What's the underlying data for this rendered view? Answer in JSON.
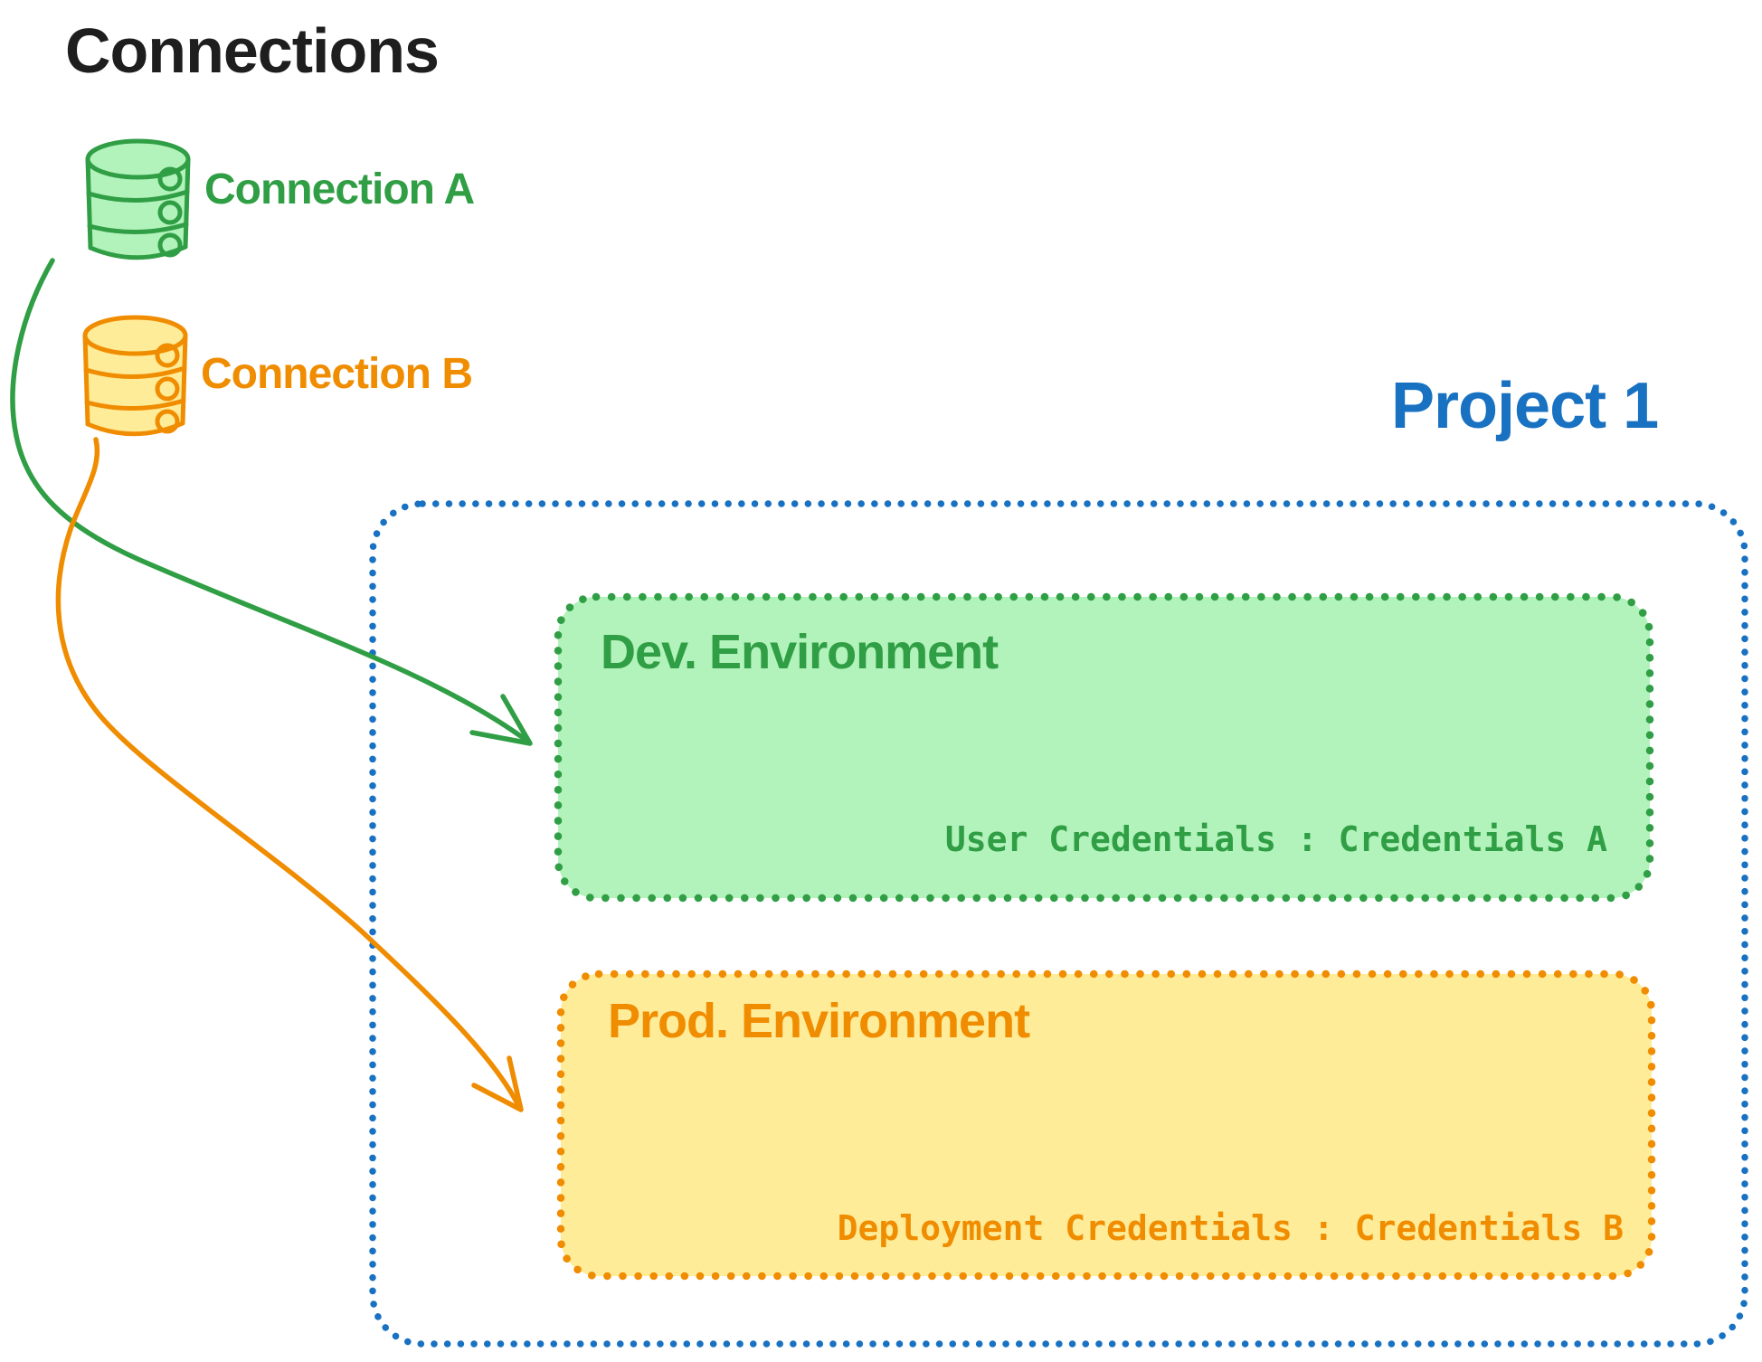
{
  "title": "Connections",
  "connections": [
    {
      "label": "Connection A",
      "icon": "database-icon",
      "stroke_color": "#2f9e44",
      "fill_color": "#b2f2bb"
    },
    {
      "label": "Connection B",
      "icon": "database-icon",
      "stroke_color": "#f08c00",
      "fill_color": "#ffec99"
    }
  ],
  "project": {
    "label": "Project 1",
    "border_color": "#1971c2",
    "environments": [
      {
        "name": "Dev. Environment",
        "credentials": "User Credentials : Credentials A",
        "stroke_color": "#2f9e44",
        "fill_color": "#b2f2bb"
      },
      {
        "name": "Prod. Environment",
        "credentials": "Deployment Credentials : Credentials B",
        "stroke_color": "#f08c00",
        "fill_color": "#ffec99"
      }
    ]
  },
  "arrows": [
    {
      "from": "Connection A",
      "to": "Dev. Environment",
      "color": "#2f9e44"
    },
    {
      "from": "Connection B",
      "to": "Prod. Environment",
      "color": "#f08c00"
    }
  ],
  "text_color": "#1e1e1e"
}
